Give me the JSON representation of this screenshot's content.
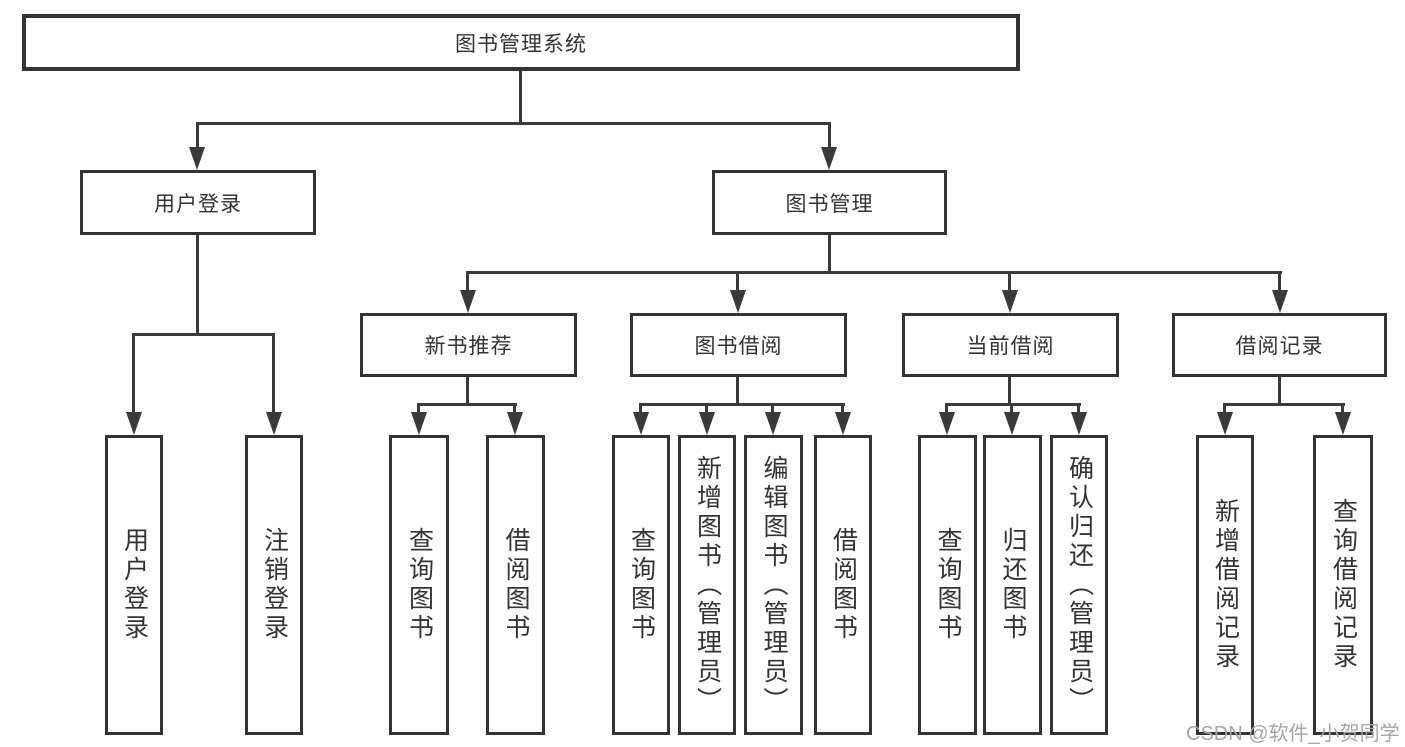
{
  "diagram": {
    "root": {
      "label": "图书管理系统"
    },
    "level2": [
      {
        "id": "user-login",
        "label": "用户登录",
        "parent": "图书管理系统"
      },
      {
        "id": "book-management",
        "label": "图书管理",
        "parent": "图书管理系统"
      }
    ],
    "level3": [
      {
        "id": "new-book-recommend",
        "label": "新书推荐",
        "parent": "图书管理"
      },
      {
        "id": "book-borrowing",
        "label": "图书借阅",
        "parent": "图书管理"
      },
      {
        "id": "current-borrowing",
        "label": "当前借阅",
        "parent": "图书管理"
      },
      {
        "id": "borrowing-records",
        "label": "借阅记录",
        "parent": "图书管理"
      }
    ],
    "leaves": [
      {
        "label": "用户登录",
        "parent": "用户登录"
      },
      {
        "label": "注销登录",
        "parent": "用户登录"
      },
      {
        "label": "查询图书",
        "parent": "新书推荐"
      },
      {
        "label": "借阅图书",
        "parent": "新书推荐"
      },
      {
        "label": "查询图书",
        "parent": "图书借阅"
      },
      {
        "label": "新增图书（管理员）",
        "parent": "图书借阅"
      },
      {
        "label": "编辑图书（管理员）",
        "parent": "图书借阅"
      },
      {
        "label": "借阅图书",
        "parent": "图书借阅"
      },
      {
        "label": "查询图书",
        "parent": "当前借阅"
      },
      {
        "label": "归还图书",
        "parent": "当前借阅"
      },
      {
        "label": "确认归还（管理员）",
        "parent": "当前借阅"
      },
      {
        "label": "新增借阅记录",
        "parent": "借阅记录"
      },
      {
        "label": "查询借阅记录",
        "parent": "借阅记录"
      }
    ]
  },
  "watermark": {
    "text": "CSDN @软件_小贺同学"
  },
  "colors": {
    "border": "#333333",
    "line": "#3a3a3a",
    "text": "#333333",
    "background": "#ffffff",
    "watermark": "#a6a6a6"
  }
}
